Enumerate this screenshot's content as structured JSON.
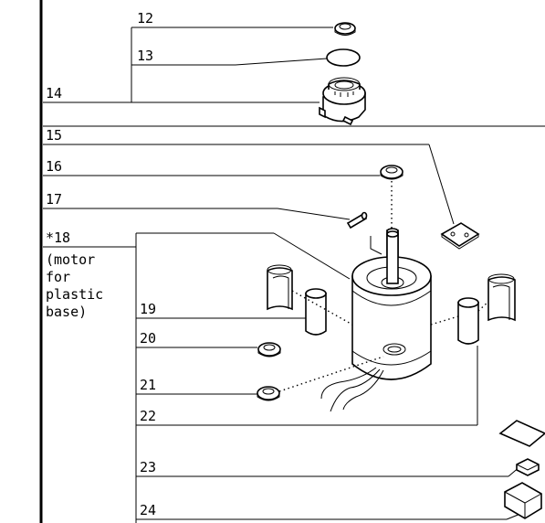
{
  "parts": [
    {
      "id": "12",
      "label": "12"
    },
    {
      "id": "13",
      "label": "13"
    },
    {
      "id": "14",
      "label": "14"
    },
    {
      "id": "15",
      "label": "15"
    },
    {
      "id": "16",
      "label": "16"
    },
    {
      "id": "17",
      "label": "17"
    },
    {
      "id": "18",
      "label": "*18",
      "note_lines": [
        "(motor",
        "for",
        "plastic",
        "base)"
      ]
    },
    {
      "id": "19",
      "label": "19"
    },
    {
      "id": "20",
      "label": "20"
    },
    {
      "id": "21",
      "label": "21"
    },
    {
      "id": "22",
      "label": "22"
    },
    {
      "id": "23",
      "label": "23"
    },
    {
      "id": "24",
      "label": "24"
    }
  ]
}
